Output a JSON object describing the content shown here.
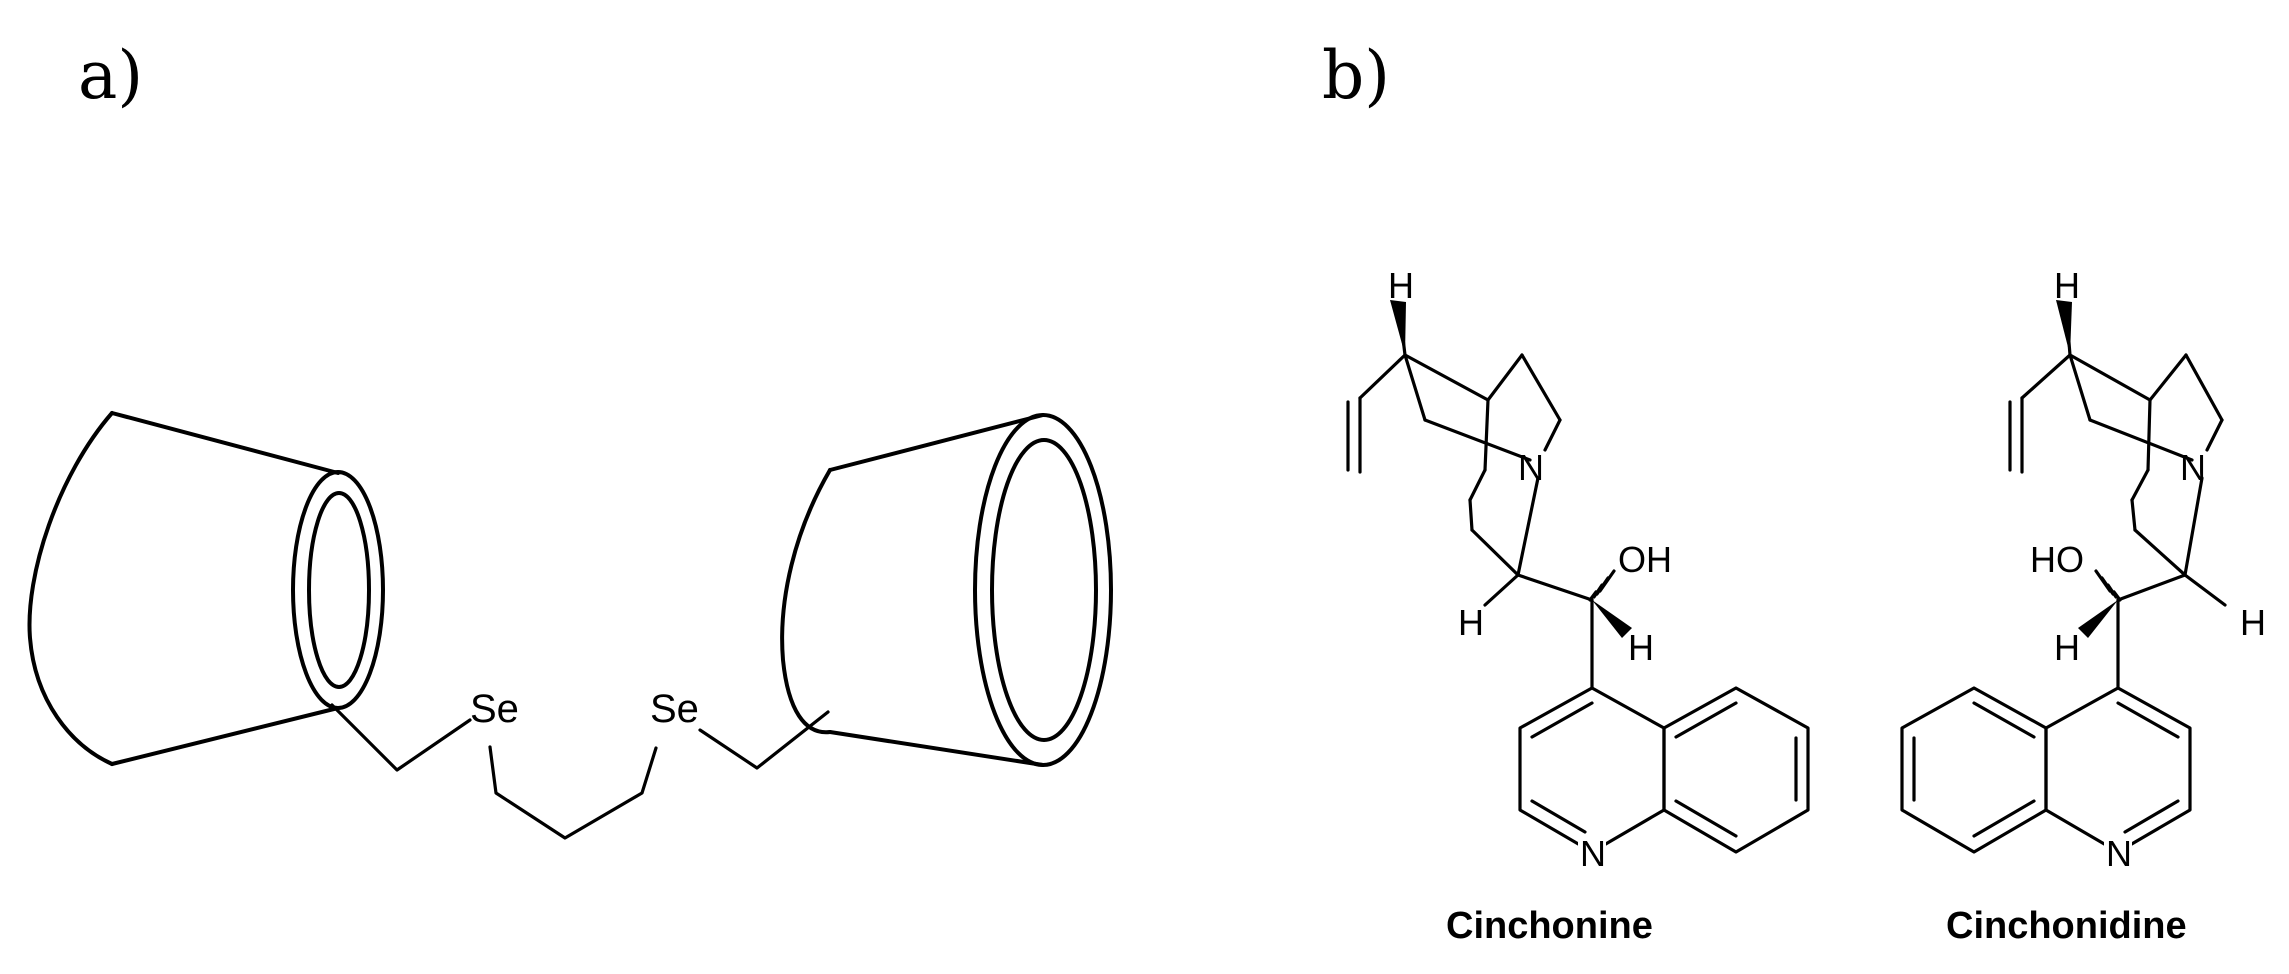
{
  "panels": {
    "a": {
      "label": "a)",
      "atoms": {
        "se_left": "Se",
        "se_right": "Se"
      }
    },
    "b": {
      "label": "b)",
      "cinchonine": {
        "name": "Cinchonine",
        "atoms": {
          "h_top": "H",
          "n_quin": "N",
          "oh": "OH",
          "h_left": "H",
          "h_right": "H",
          "n_ring": "N"
        }
      },
      "cinchonidine": {
        "name": "Cinchonidine",
        "atoms": {
          "h_top": "H",
          "n_quin": "N",
          "ho": "HO",
          "h_left": "H",
          "h_right": "H",
          "n_ring": "N"
        }
      }
    }
  }
}
